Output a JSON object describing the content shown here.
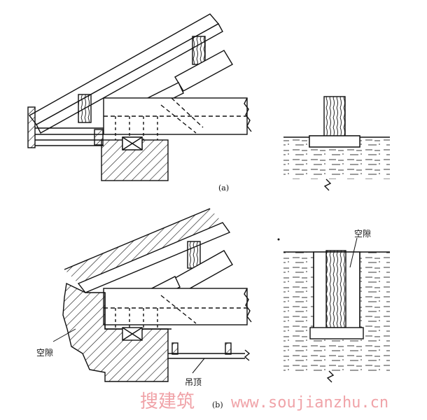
{
  "captions": {
    "a": "(a)",
    "b": "(b)"
  },
  "labels": {
    "gap_left": "空隙",
    "gap_right": "空隙",
    "ceiling": "吊顶"
  },
  "watermark": {
    "cn": "搜建筑",
    "url": "www.soujianzhu.cn",
    "color": "#f0a3a8"
  }
}
